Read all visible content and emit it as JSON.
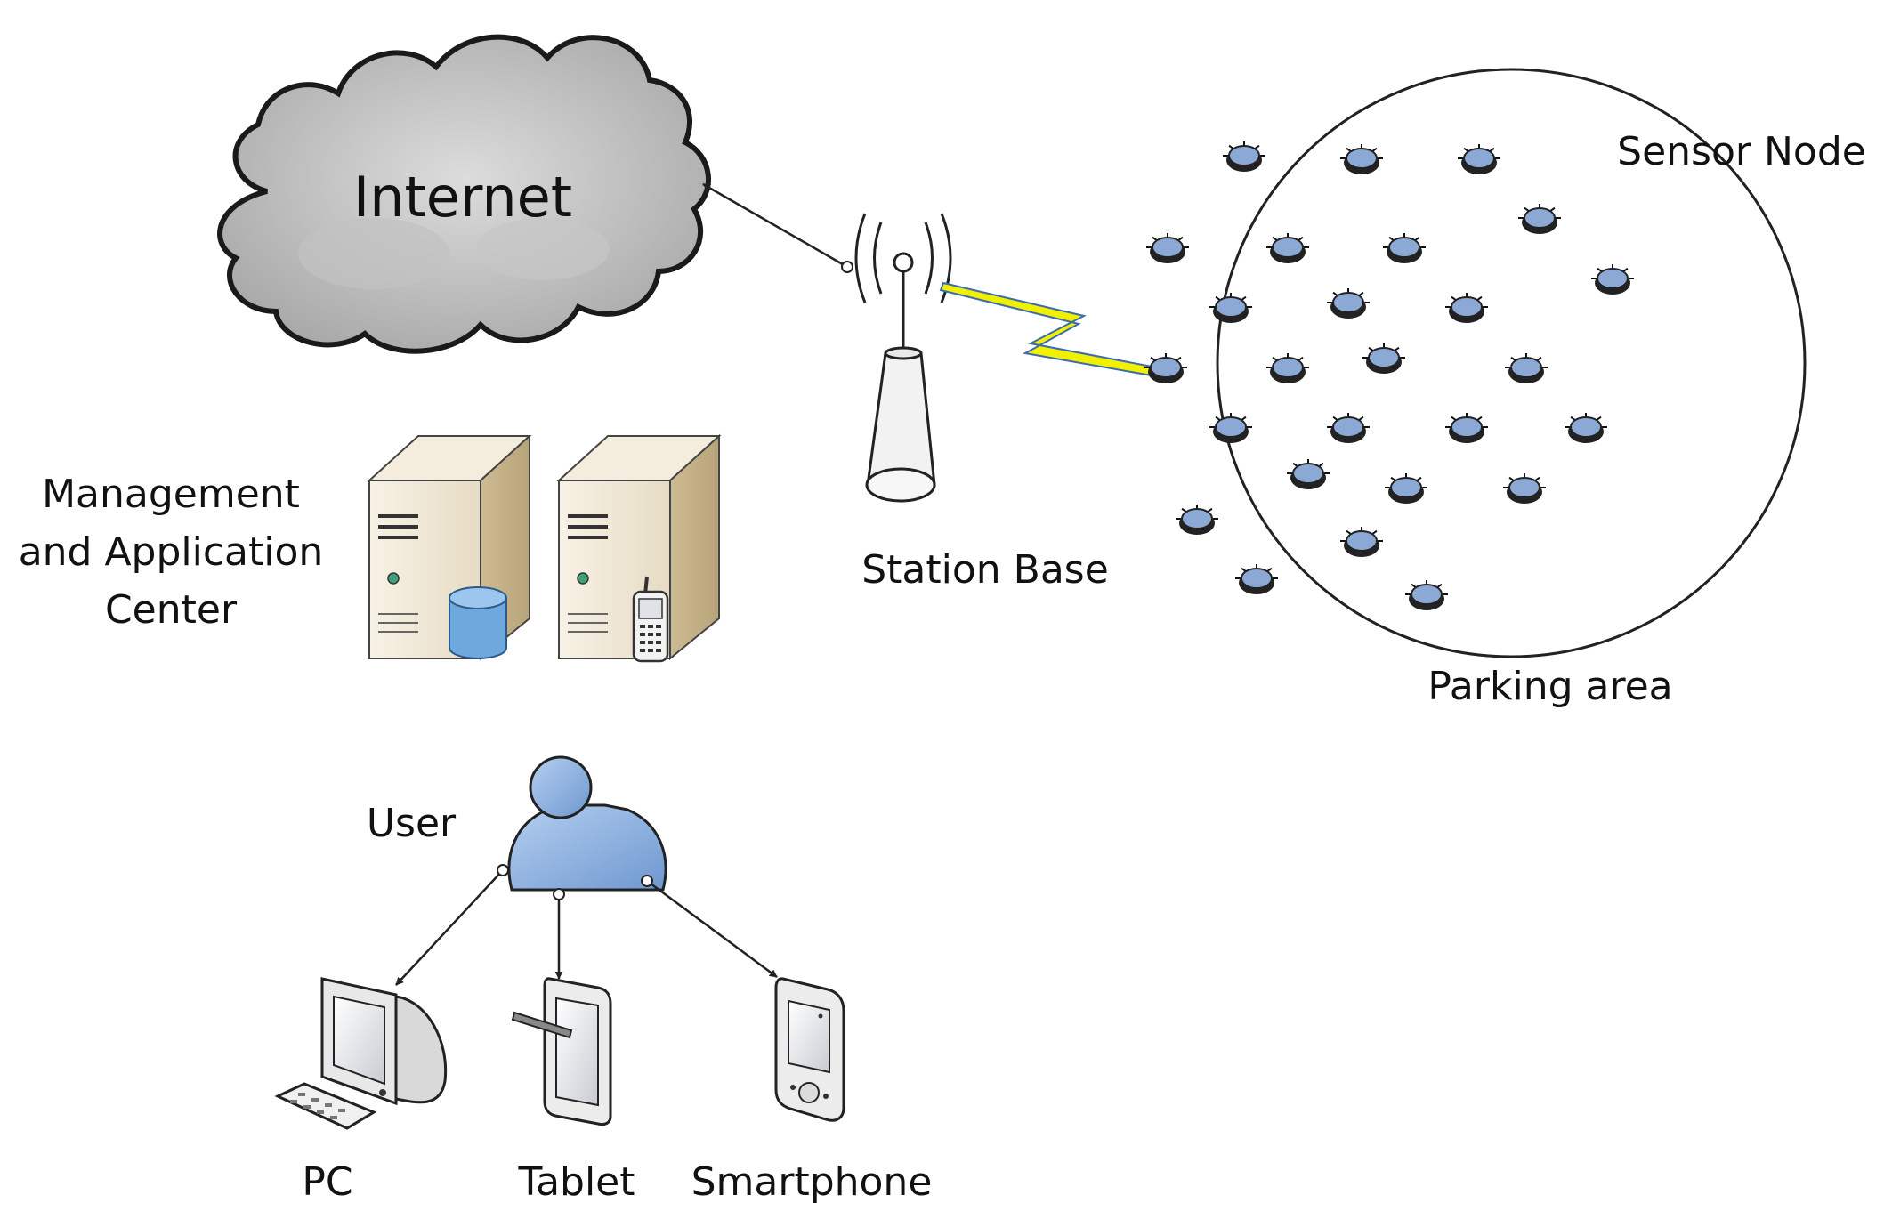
{
  "labels": {
    "internet": "Internet",
    "station_base": "Station Base",
    "sensor_node": "Sensor Node",
    "parking_area": "Parking area",
    "management_line1": "Management",
    "management_line2": "and Application",
    "management_line3": "Center",
    "user": "User",
    "pc": "PC",
    "tablet": "Tablet",
    "smartphone": "Smartphone"
  },
  "sensor_node_count": 26,
  "colors": {
    "cloud_fill": "#c9c9c9",
    "sensor_fill": "#8ca9d6",
    "user_fill": "#8fb4e3",
    "lightning": "#f0f000",
    "server_fill": "#eee6d4",
    "database_fill": "#6fa8dc",
    "line": "#222222"
  },
  "icons": [
    "cloud-icon",
    "antenna-icon",
    "server-icon",
    "database-icon",
    "phone-icon",
    "user-icon",
    "pc-icon",
    "tablet-icon",
    "smartphone-icon",
    "lightning-icon"
  ]
}
